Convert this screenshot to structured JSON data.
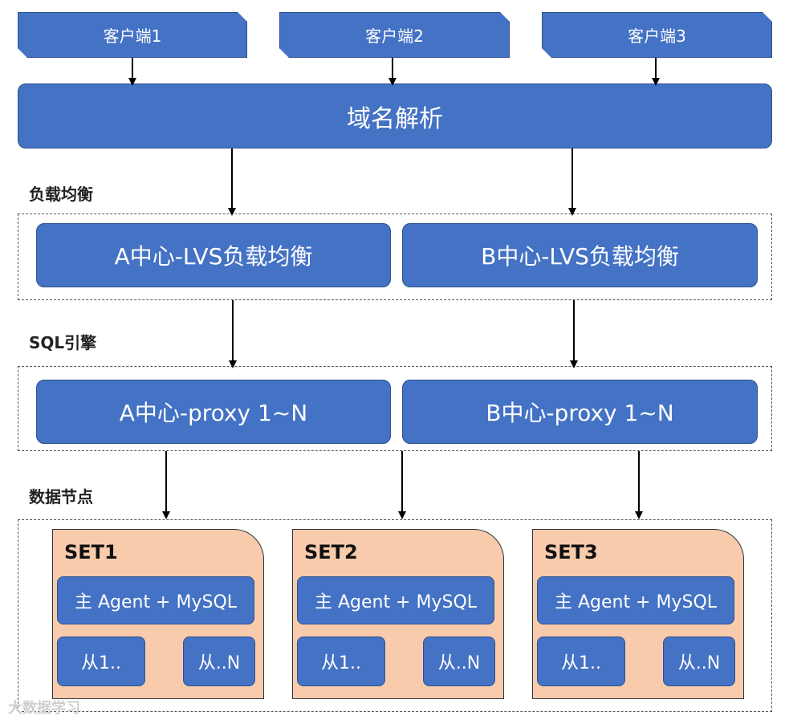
{
  "clients": [
    "客户端1",
    "客户端2",
    "客户端3"
  ],
  "dns": "域名解析",
  "sections": {
    "lb": "负载均衡",
    "sql": "SQL引擎",
    "data": "数据节点"
  },
  "lvs": [
    "A中心-LVS负载均衡",
    "B中心-LVS负载均衡"
  ],
  "proxy": [
    "A中心-proxy 1~N",
    "B中心-proxy 1~N"
  ],
  "sets": [
    {
      "title": "SET1",
      "master": "主 Agent + MySQL",
      "slave1": "从1..",
      "slaveN": "从..N"
    },
    {
      "title": "SET2",
      "master": "主 Agent + MySQL",
      "slave1": "从1..",
      "slaveN": "从..N"
    },
    {
      "title": "SET3",
      "master": "主 Agent + MySQL",
      "slave1": "从1..",
      "slaveN": "从..N"
    }
  ],
  "watermark": "大数据学习",
  "colors": {
    "box": "#4472c4",
    "box_border": "#2f528f",
    "set_fill": "#f8cbad"
  }
}
